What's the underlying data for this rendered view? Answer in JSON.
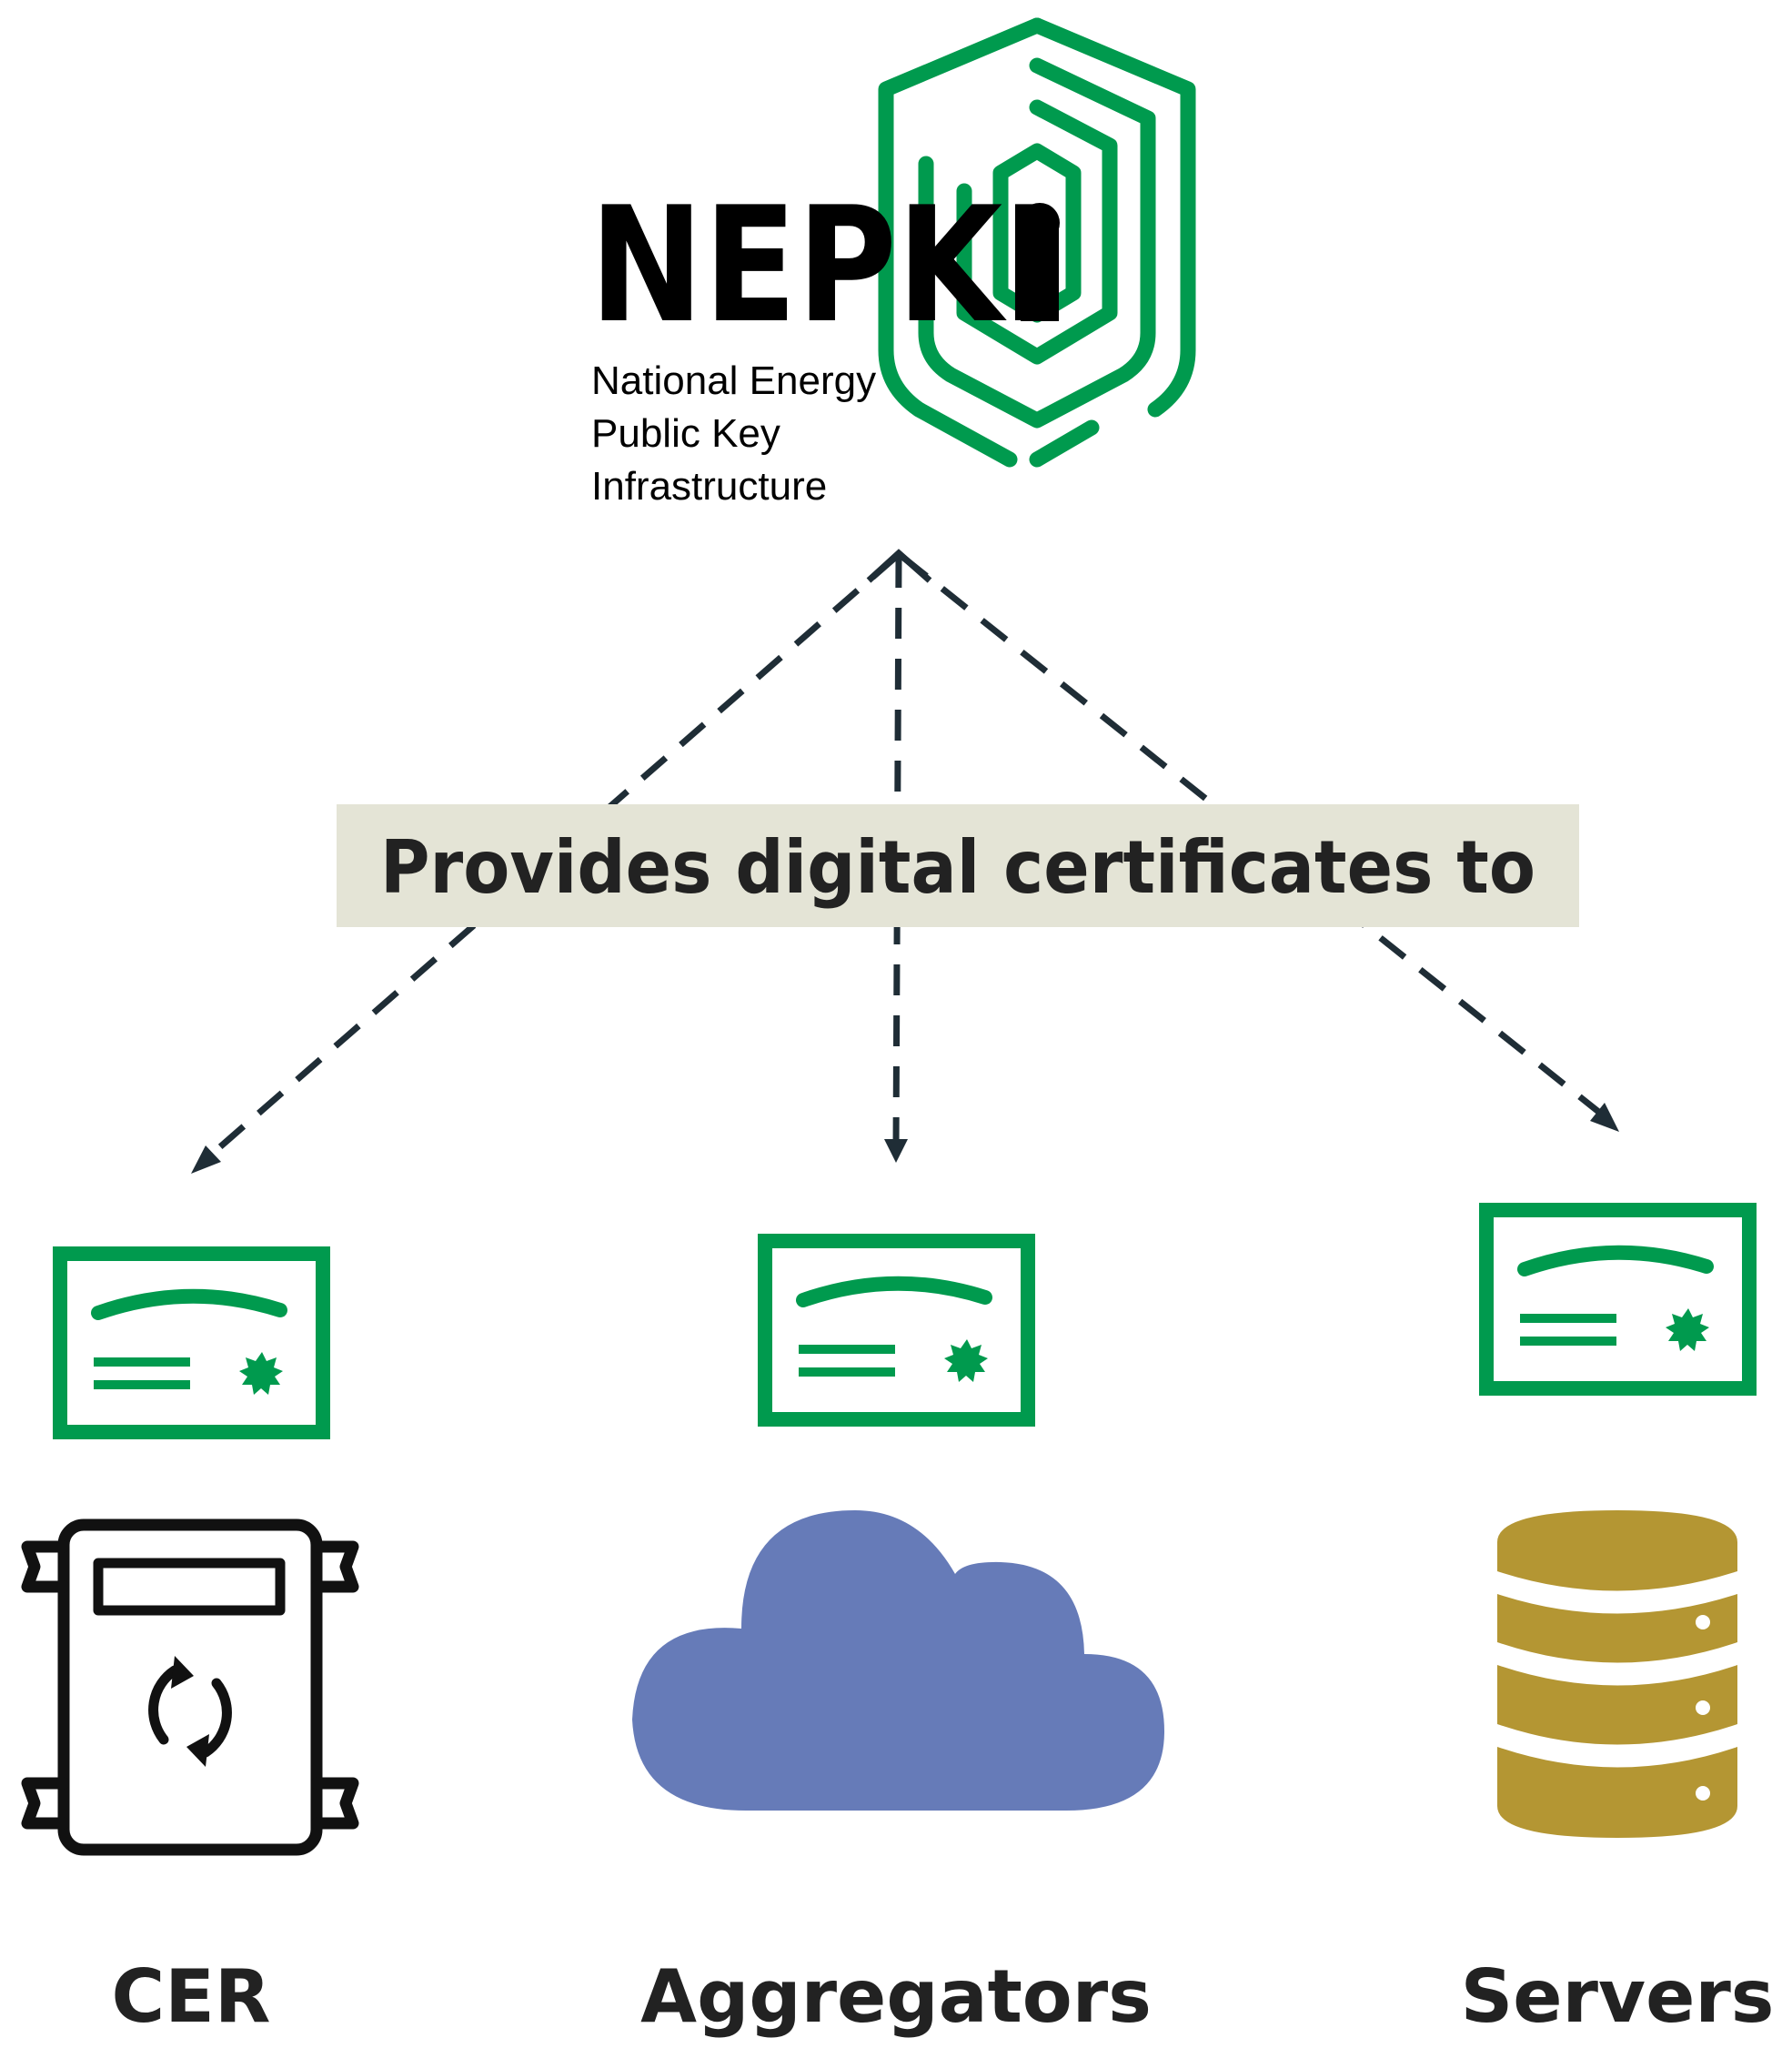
{
  "logo": {
    "wordmark": "NEPKI",
    "subtitle_lines": [
      "National Energy",
      "Public Key",
      "Infrastructure"
    ]
  },
  "banner": {
    "text": "Provides digital certificates to"
  },
  "nodes": [
    {
      "label": "CER",
      "icon": "meter-icon"
    },
    {
      "label": "Aggregators",
      "icon": "cloud-icon"
    },
    {
      "label": "Servers",
      "icon": "database-icon"
    }
  ],
  "colors": {
    "brand_green": "#009a4e",
    "arrow": "#1f2d36",
    "banner_bg": "#e4e4d6",
    "cloud": "#667bb8",
    "database": "#b49633",
    "text": "#222222"
  }
}
